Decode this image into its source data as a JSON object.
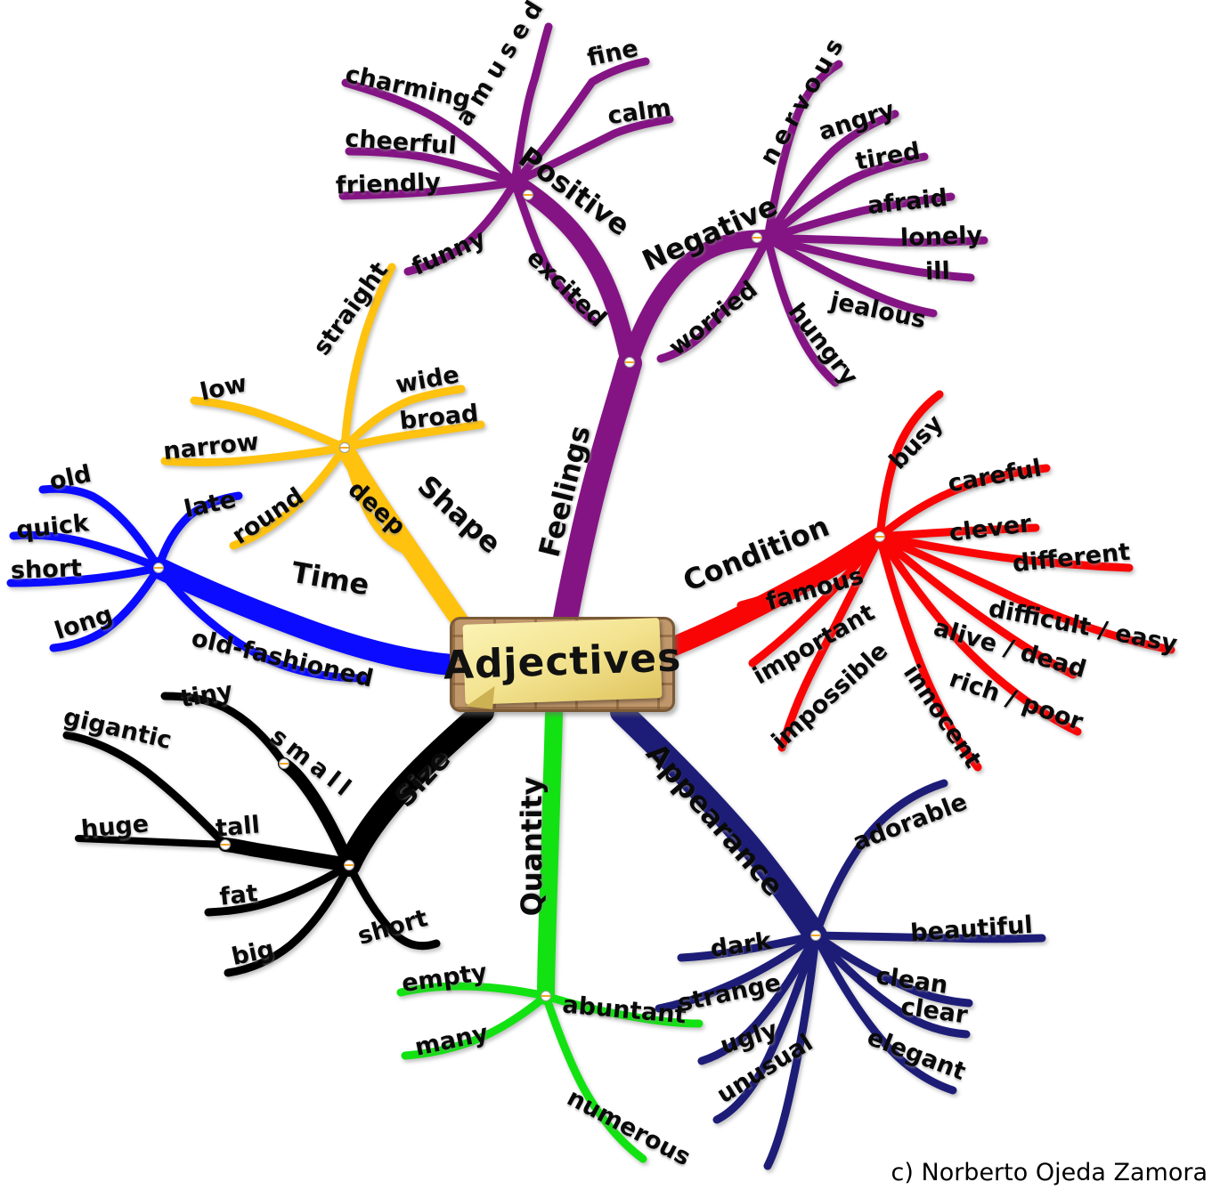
{
  "title": "Adjectives",
  "copyright": "c) Norberto Ojeda Zamora",
  "colors": {
    "feelings": "#841484",
    "shape": "#FFC20E",
    "time": "#0B0BFF",
    "condition": "#FA0505",
    "size": "#000000",
    "quantity": "#12E212",
    "appearance": "#1D1D78",
    "frame": "#C0976B",
    "note": "#F3E390",
    "node_marker": "#F5A623"
  },
  "branches": {
    "feelings": {
      "label": "Feelings",
      "sub": {
        "positive": {
          "label": "Positive",
          "words": [
            "amused",
            "fine",
            "calm",
            "charming",
            "cheerful",
            "friendly",
            "funny",
            "excited"
          ]
        },
        "negative": {
          "label": "Negative",
          "words": [
            "nervous",
            "angry",
            "tired",
            "afraid",
            "lonely",
            "ill",
            "jealous",
            "hungry",
            "worried"
          ]
        }
      }
    },
    "shape": {
      "label": "Shape",
      "words": [
        "straight",
        "wide",
        "broad",
        "low",
        "narrow",
        "round",
        "deep"
      ]
    },
    "time": {
      "label": "Time",
      "words": [
        "old",
        "quick",
        "short",
        "long",
        "late",
        "old-fashioned"
      ]
    },
    "condition": {
      "label": "Condition",
      "words": [
        "busy",
        "careful",
        "clever",
        "different",
        "difficult / easy",
        "alive / dead",
        "rich / poor",
        "innocent",
        "impossible",
        "important",
        "famous"
      ]
    },
    "size": {
      "label": "Size",
      "words": [
        "gigantic",
        "tiny",
        "small",
        "huge",
        "tall",
        "fat",
        "big",
        "short"
      ]
    },
    "quantity": {
      "label": "Quantity",
      "words": [
        "empty",
        "many",
        "abuntant",
        "numerous"
      ]
    },
    "appearance": {
      "label": "Appearance",
      "words": [
        "adorable",
        "beautiful",
        "dark",
        "strange",
        "clean",
        "clear",
        "elegant",
        "ugly",
        "unusual"
      ]
    }
  }
}
